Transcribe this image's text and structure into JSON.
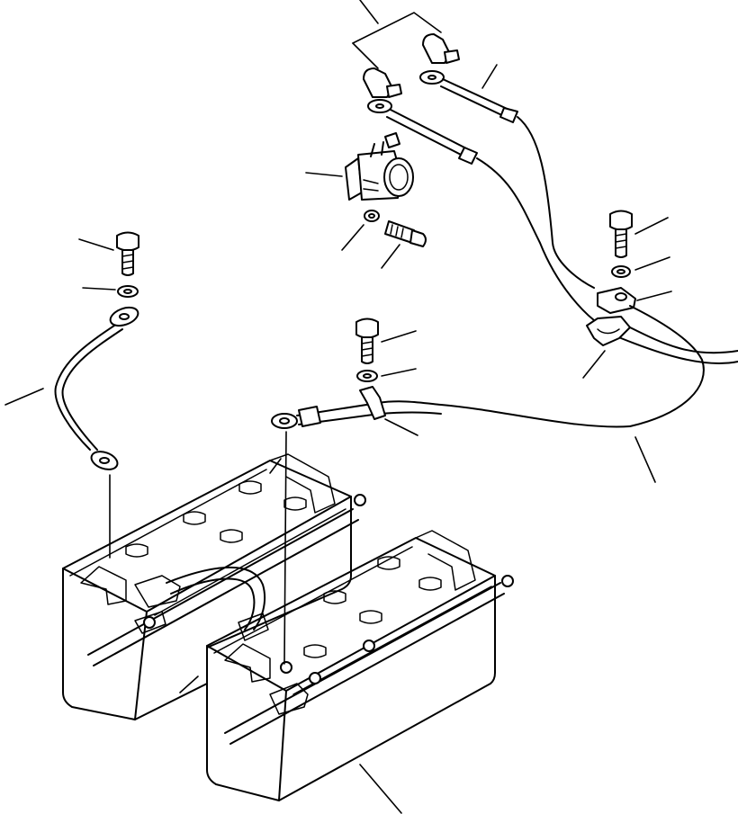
{
  "diagram": {
    "colors": {
      "line": "#000000",
      "background": "#ffffff"
    },
    "parts": [
      {
        "id": "terminal-caps"
      },
      {
        "id": "battery-relay"
      },
      {
        "id": "relay-cable-a"
      },
      {
        "id": "relay-cable-b"
      },
      {
        "id": "relay-bolt"
      },
      {
        "id": "relay-washer"
      },
      {
        "id": "bolt-left"
      },
      {
        "id": "washer-left"
      },
      {
        "id": "jumper-cable"
      },
      {
        "id": "bolt-center"
      },
      {
        "id": "washer-center"
      },
      {
        "id": "clamp-center"
      },
      {
        "id": "ground-cable"
      },
      {
        "id": "bolt-right"
      },
      {
        "id": "washer-right"
      },
      {
        "id": "clamp-right-upper"
      },
      {
        "id": "clamp-right-lower"
      },
      {
        "id": "battery-rear"
      },
      {
        "id": "battery-front"
      }
    ]
  }
}
